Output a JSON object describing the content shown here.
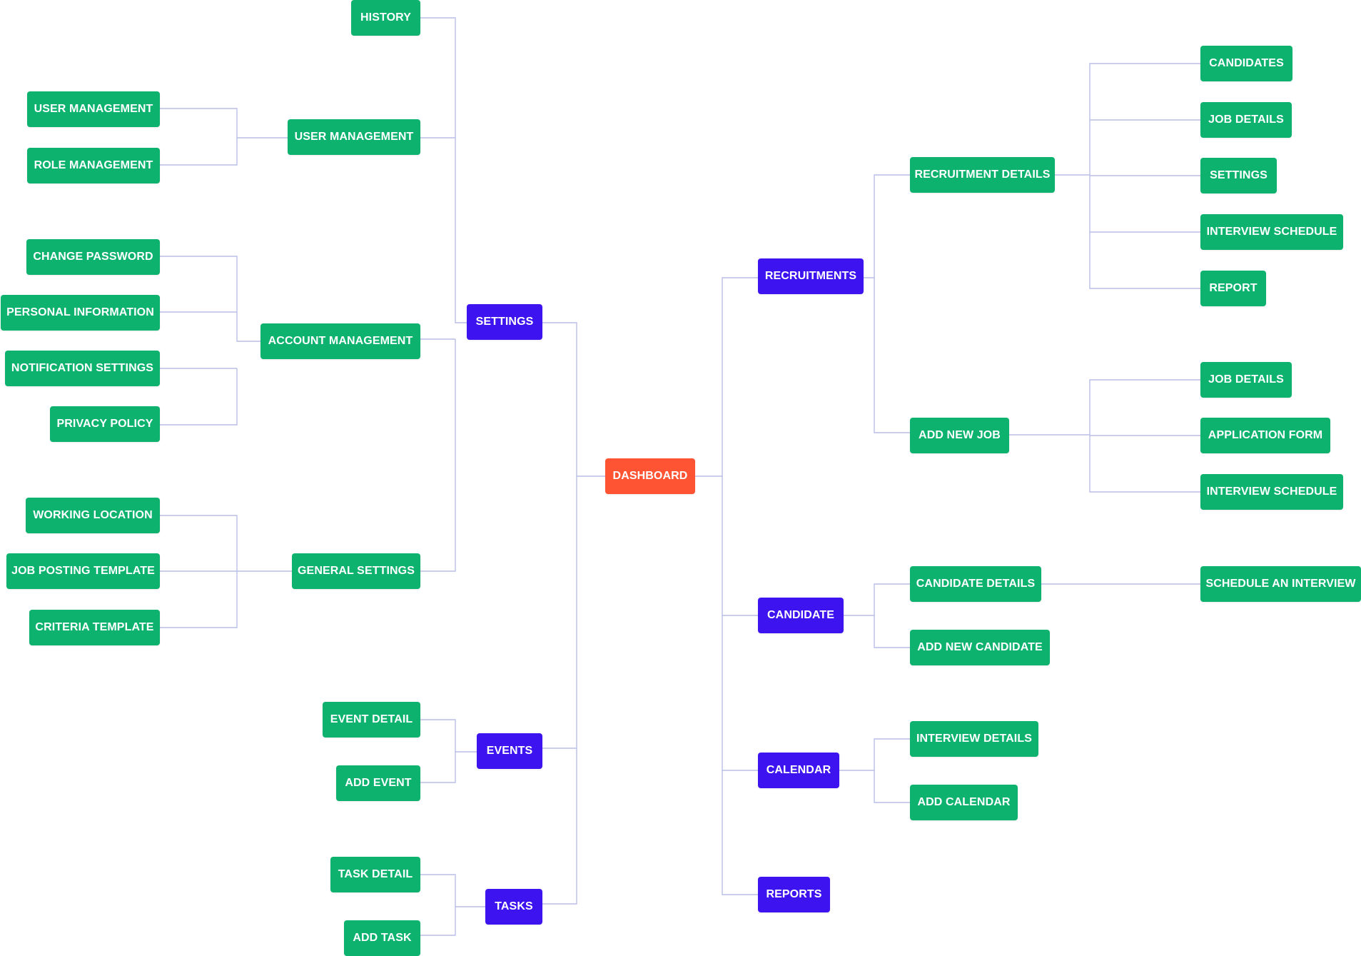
{
  "colors": {
    "root": "#ff5434",
    "section": "#3d14f0",
    "leaf": "#0db26f",
    "connector": "#b9bee6"
  },
  "nodes": {
    "dashboard": "DASHBOARD",
    "settings": "SETTINGS",
    "history": "HISTORY",
    "user_management": "USER MANAGEMENT",
    "user_management_leaf": "USER MANAGEMENT",
    "role_management": "ROLE MANAGEMENT",
    "account_management": "ACCOUNT MANAGEMENT",
    "change_password": "CHANGE PASSWORD",
    "personal_information": "PERSONAL INFORMATION",
    "notification_settings": "NOTIFICATION SETTINGS",
    "privacy_policy": "PRIVACY POLICY",
    "general_settings": "GENERAL SETTINGS",
    "working_location": "WORKING LOCATION",
    "job_posting_template": "JOB POSTING TEMPLATE",
    "criteria_template": "CRITERIA TEMPLATE",
    "events": "EVENTS",
    "event_detail": "EVENT DETAIL",
    "add_event": "ADD EVENT",
    "tasks": "TASKS",
    "task_detail": "TASK DETAIL",
    "add_task": "ADD TASK",
    "recruitments": "RECRUITMENTS",
    "recruitment_details": "RECRUITMENT DETAILS",
    "candidates": "CANDIDATES",
    "job_details_1": "JOB DETAILS",
    "settings_leaf": "SETTINGS",
    "interview_schedule_1": "INTERVIEW SCHEDULE",
    "report": "REPORT",
    "add_new_job": "ADD NEW JOB",
    "job_details_2": "JOB DETAILS",
    "application_form": "APPLICATION FORM",
    "interview_schedule_2": "INTERVIEW SCHEDULE",
    "candidate": "CANDIDATE",
    "candidate_details": "CANDIDATE DETAILS",
    "schedule_an_interview": "SCHEDULE AN INTERVIEW",
    "add_new_candidate": "ADD NEW CANDIDATE",
    "calendar": "CALENDAR",
    "interview_details": "INTERVIEW DETAILS",
    "add_calendar": "ADD CALENDAR",
    "reports": "REPORTS"
  }
}
